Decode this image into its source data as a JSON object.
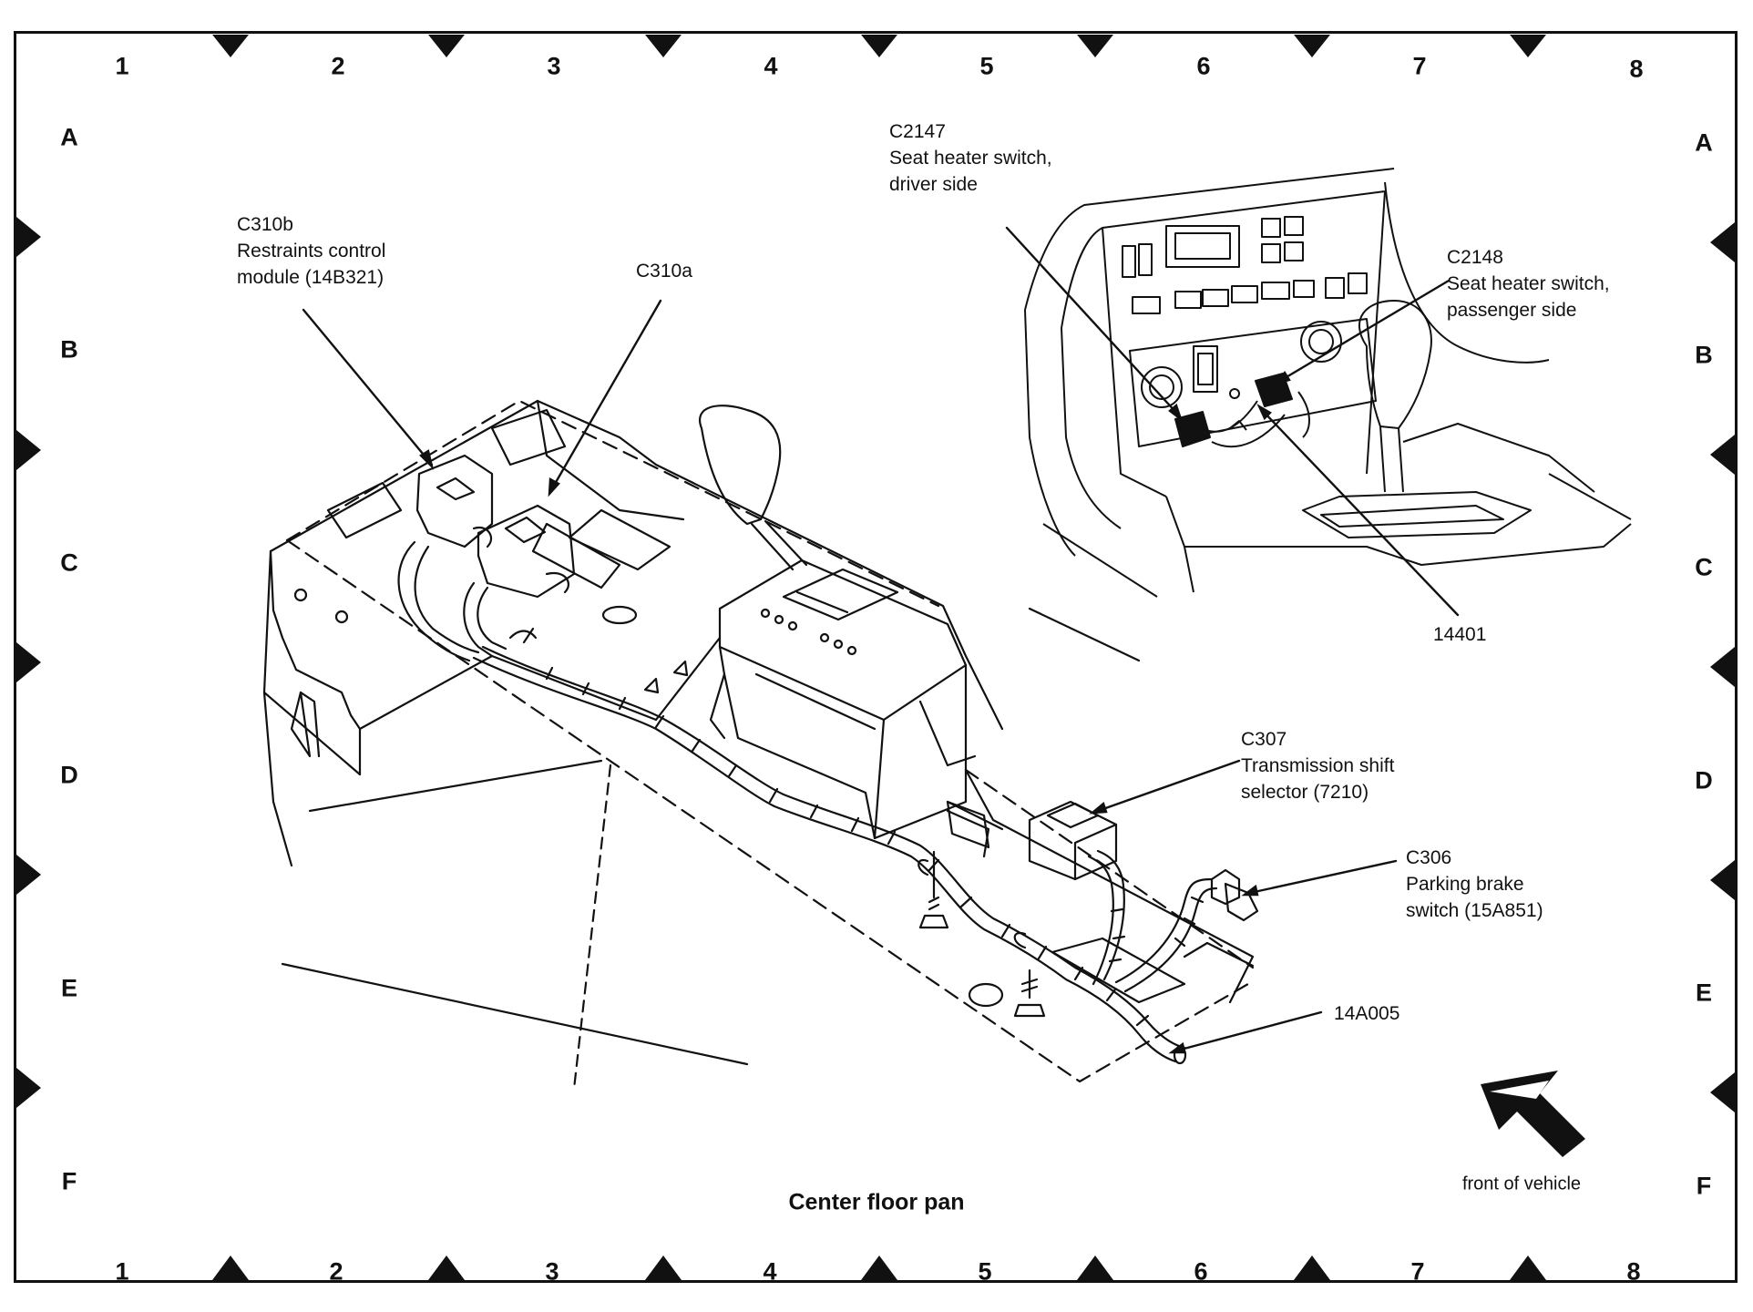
{
  "grid": {
    "columns": [
      "1",
      "2",
      "3",
      "4",
      "5",
      "6",
      "7",
      "8"
    ],
    "rows": [
      "A",
      "B",
      "C",
      "D",
      "E",
      "F"
    ]
  },
  "title": "Center floor pan",
  "front_label": "front of vehicle",
  "callouts": {
    "c2147": {
      "code": "C2147",
      "line1": "Seat heater switch,",
      "line2": "driver side"
    },
    "c2148": {
      "code": "C2148",
      "line1": "Seat heater switch,",
      "line2": "passenger side"
    },
    "c310b": {
      "code": "C310b",
      "line1": "Restraints control",
      "line2": "module (14B321)"
    },
    "c310a": {
      "code": "C310a"
    },
    "p14401": {
      "code": "14401"
    },
    "c307": {
      "code": "C307",
      "line1": "Transmission shift",
      "line2": "selector (7210)"
    },
    "c306": {
      "code": "C306",
      "line1": "Parking brake",
      "line2": "switch (15A851)"
    },
    "p14a005": {
      "code": "14A005"
    }
  }
}
